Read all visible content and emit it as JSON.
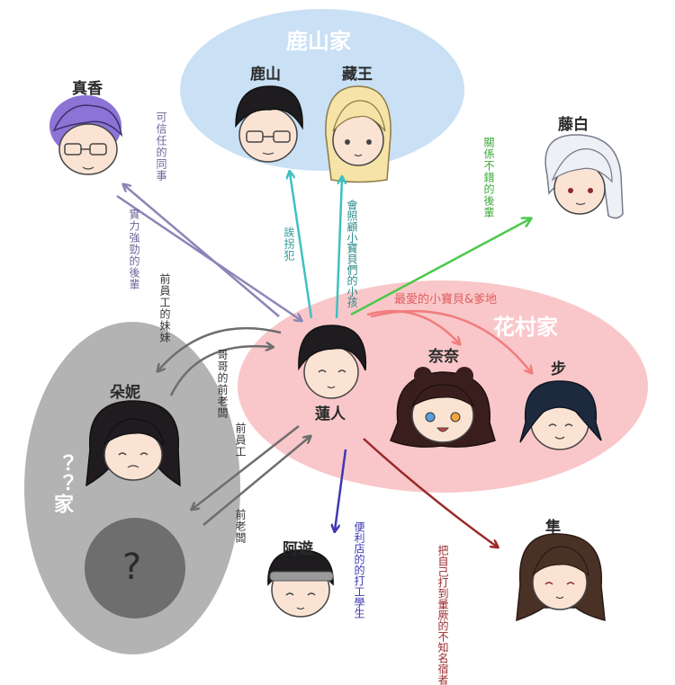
{
  "families": {
    "lushan": {
      "title": "鹿山家",
      "color": "#c9e0f5"
    },
    "huacun": {
      "title": "花村家",
      "color": "#f9c7c9"
    },
    "unknown": {
      "title": "？？家",
      "color": "#b3b3b3"
    }
  },
  "characters": {
    "zhenxiang": "真香",
    "lushan": "鹿山",
    "zangwang": "藏王",
    "tengbai": "藤白",
    "lianren": "蓮人",
    "nana": "奈奈",
    "bu": "步",
    "doni": "朵妮",
    "unknown": "?",
    "ayou": "阿遊",
    "hayabusa": "隼"
  },
  "relations": {
    "trusted_colleague": "可信任的同事",
    "strong_junior": "實力強勁的後輩",
    "former_employee_sister": "前員工的妹妹",
    "brother_ex_boss": "哥哥的前老闆",
    "former_employee": "前員工",
    "former_boss": "前老闆",
    "troublemaker": "誒拐犯",
    "cares_for_kids": "會照顧小寶貝們的小孩",
    "good_junior": "關係不錯的後輩",
    "beloved": "最愛的小寶貝&爹地",
    "store_worker": "便利店的的打工學生",
    "unknown_tenant": "把自己打到暈厥的不知名宿者"
  },
  "colors": {
    "purple_arrow": "#8a86b8",
    "gray_arrow": "#6e6e6e",
    "teal_arrow": "#3ec1c1",
    "green_arrow": "#4cc94a",
    "pink_arrow": "#f07d7d",
    "blue_arrow": "#3f37b0",
    "red_arrow": "#9a2a2a"
  }
}
